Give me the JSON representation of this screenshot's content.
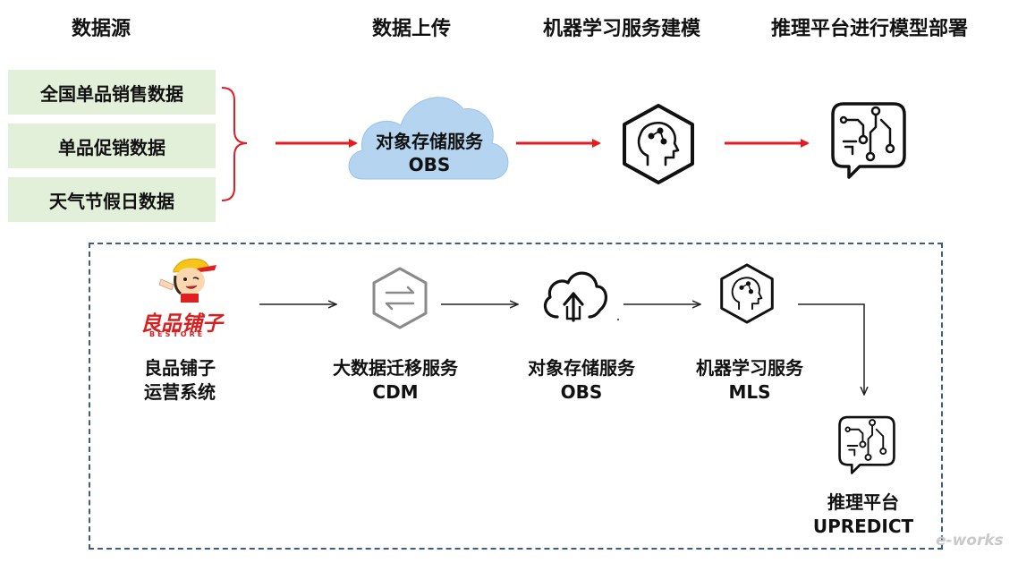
{
  "headers": {
    "data_source": "数据源",
    "upload": "数据上传",
    "ml_modeling": "机器学习服务建模",
    "deployment": "推理平台进行模型部署"
  },
  "data_sources": [
    "全国单品销售数据",
    "单品促销数据",
    "天气节假日数据"
  ],
  "top_cloud": {
    "line1": "对象存储服务",
    "line2": "OBS"
  },
  "bottom_nodes": {
    "brand": {
      "logo_cn": "良品铺子",
      "logo_en": "BESTORE",
      "line1": "良品铺子",
      "line2": "运营系统"
    },
    "cdm": {
      "line1": "大数据迁移服务",
      "line2": "CDM"
    },
    "obs": {
      "line1": "对象存储服务",
      "line2": "OBS"
    },
    "mls": {
      "line1": "机器学习服务",
      "line2": "MLS"
    },
    "upredict": {
      "line1": "推理平台",
      "line2": "UPREDICT"
    }
  },
  "watermark": "e-works",
  "colors": {
    "source_box": "#e2efd9",
    "red_arrow": "#e31b23",
    "cloud_fill": "#b4d4f0",
    "dashed_border": "#3f5d7e",
    "brand_red": "#d71f1f"
  },
  "icons": [
    "brain-head-icon",
    "circuit-chat-icon",
    "transfer-arrows-icon",
    "cloud-upload-icon",
    "mascot-icon"
  ]
}
